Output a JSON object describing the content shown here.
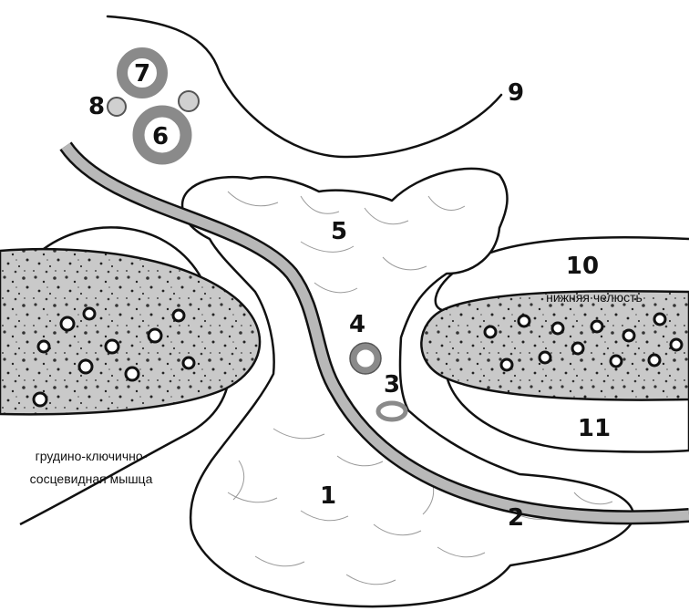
{
  "labels": {
    "n1": "1",
    "n2": "2",
    "n3": "3",
    "n4": "4",
    "n5": "5",
    "n6": "6",
    "n7": "7",
    "n8": "8",
    "n9": "9",
    "n10": "10",
    "n11": "11"
  },
  "captions": {
    "mandible": "нижняя челюсть",
    "scm_line1": "грудино-ключично-",
    "scm_line2": "сосцевидная мышца"
  },
  "colors": {
    "outline": "#111111",
    "bone_fill": "#c9c9c9",
    "vessel_ring": "#8a8a8a",
    "duct": "#b8b8b8",
    "gland_fill": "#ffffff"
  }
}
